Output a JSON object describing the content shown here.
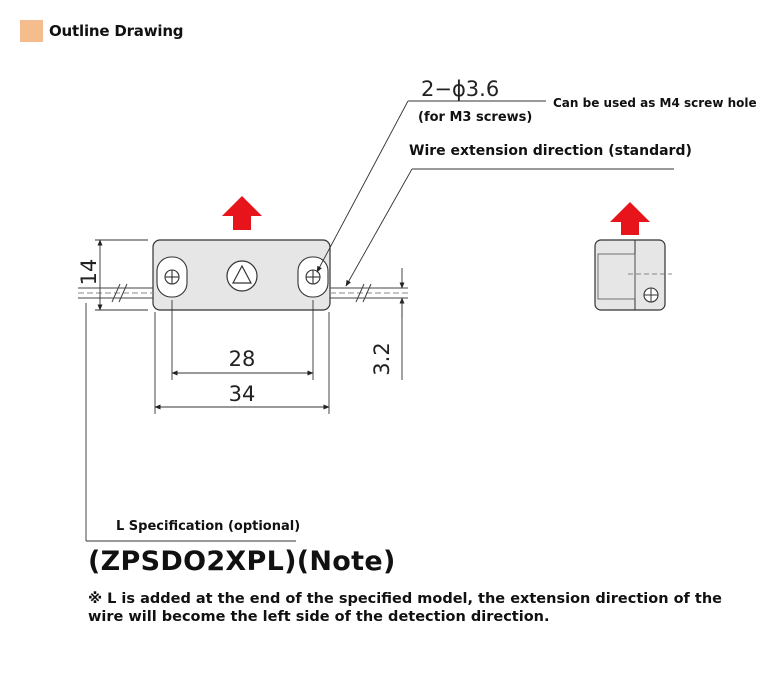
{
  "header": {
    "title": "Outline Drawing",
    "marker_color": "#f5bd8e"
  },
  "callouts": {
    "hole_dim": "2−ϕ3.6",
    "m3": "(for M3 screws)",
    "m4": "Can be used as M4 screw hole",
    "wire_dir": "Wire extension direction (standard)",
    "l_spec": "L Specification (optional)"
  },
  "dims": {
    "height": "14",
    "pitch": "28",
    "length": "34",
    "wire": "3.2"
  },
  "model": "(ZPSDO2XPL)(Note)",
  "note": "※ L is added at the end of the specified model, the extension direction of the wire will become the left side of the detection direction.",
  "colors": {
    "arrow": "#e8141b",
    "body_fill": "#e6e6e6"
  }
}
